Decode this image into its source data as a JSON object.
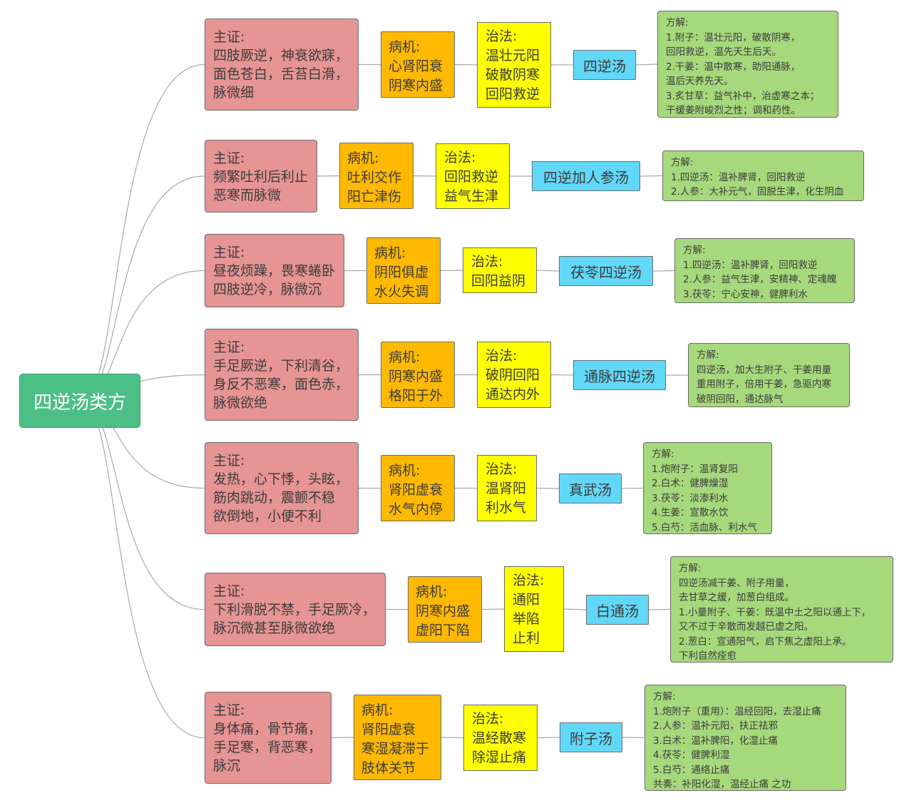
{
  "title": "四逆汤类方",
  "formulas": [
    {
      "symptoms": "主证:\n四肢厥逆，神衰欲寐，\n面色苍白，舌苔白滑，\n脉微细",
      "pathogenesis": "病机:\n心肾阳衰\n阴寒内盛",
      "treatment": "治法:\n温壮元阳\n破散阴寒\n回阳救逆",
      "name": "四逆汤",
      "explanation": "方解:\n1.附子：温壮元阳，破散阴寒，\n回阳救逆，温先天生后天。\n2.干姜：温中散寒，助阳通脉，\n温后天养先天。\n3.炙甘草：益气补中，治虚寒之本；\n干缓姜附峻烈之性；调和药性。"
    },
    {
      "symptoms": "主证:\n频繁吐利后利止\n恶寒而脉微",
      "pathogenesis": "病机:\n吐利交作\n阳亡津伤",
      "treatment": "治法:\n回阳救逆\n益气生津",
      "name": "四逆加人参汤",
      "explanation": "方解:\n1.四逆汤：温补脾肾，回阳救逆\n2.人参：大补元气，固脱生津，化生阴血"
    },
    {
      "symptoms": "主证:\n昼夜烦躁，畏寒蜷卧\n四肢逆冷，脉微沉",
      "pathogenesis": "病机:\n阴阳俱虚\n水火失调",
      "treatment": "治法:\n回阳益阴",
      "name": "茯苓四逆汤",
      "explanation": "方解:\n1.四逆汤：温补脾肾，回阳救逆\n2.人参：益气生津，安精神、定魂魄\n3.茯苓：宁心安神，健脾利水"
    },
    {
      "symptoms": "主证:\n手足厥逆，下利清谷，\n身反不恶寒，面色赤，\n脉微欲绝",
      "pathogenesis": "病机:\n阴寒内盛\n格阳于外",
      "treatment": "治法:\n破阴回阳\n通达内外",
      "name": "通脉四逆汤",
      "explanation": "方解:\n四逆汤，加大生附子、干姜用量\n重用附子，倍用干姜，急驱内寒\n破阴回阳，通达脉气"
    },
    {
      "symptoms": "主证:\n发热，心下悸，头眩，\n筋肉跳动，震颤不稳\n欲倒地，小便不利",
      "pathogenesis": "病机:\n肾阳虚衰\n水气内停",
      "treatment": "治法:\n温肾阳\n利水气",
      "name": "真武汤",
      "explanation": "方解:\n1.炮附子：温肾复阳\n2.白术：健脾燥湿\n3.茯苓：淡渗利水\n4.生姜：宣散水饮\n5.白芍：活血脉、利水气"
    },
    {
      "symptoms": "主证:\n下利滑脱不禁，手足厥冷，\n脉沉微甚至脉微欲绝",
      "pathogenesis": "病机:\n阴寒内盛\n虚阳下陷",
      "treatment": "治法:\n通阳\n举陷\n止利",
      "name": "白通汤",
      "explanation": "方解:\n四逆汤减干姜、附子用量，\n去甘草之缓，加葱白组成。\n1.小量附子、干姜：既温中土之阳以通上下，\n又不过于辛散而发越已虚之阳。\n2.葱白：宣通阳气，启下焦之虚阳上承。\n下利自然痊愈"
    },
    {
      "symptoms": "主证:\n身体痛，骨节痛，\n手足寒，背恶寒，\n脉沉",
      "pathogenesis": "病机:\n肾阳虚衰\n寒湿凝滞于\n肢体关节",
      "treatment": "治法:\n温经散寒\n除湿止痛",
      "name": "附子汤",
      "explanation": "方解:\n1.炮附子（重用）：温经回阳，去湿止痛\n2.人参：温补元阳，扶正祛邪\n3.白术：温补脾阳，化湿止痛\n4.茯苓：健脾利湿\n5.白芍：通络止痛\n共奏：补阳化湿，温经止痛 之功"
    }
  ]
}
